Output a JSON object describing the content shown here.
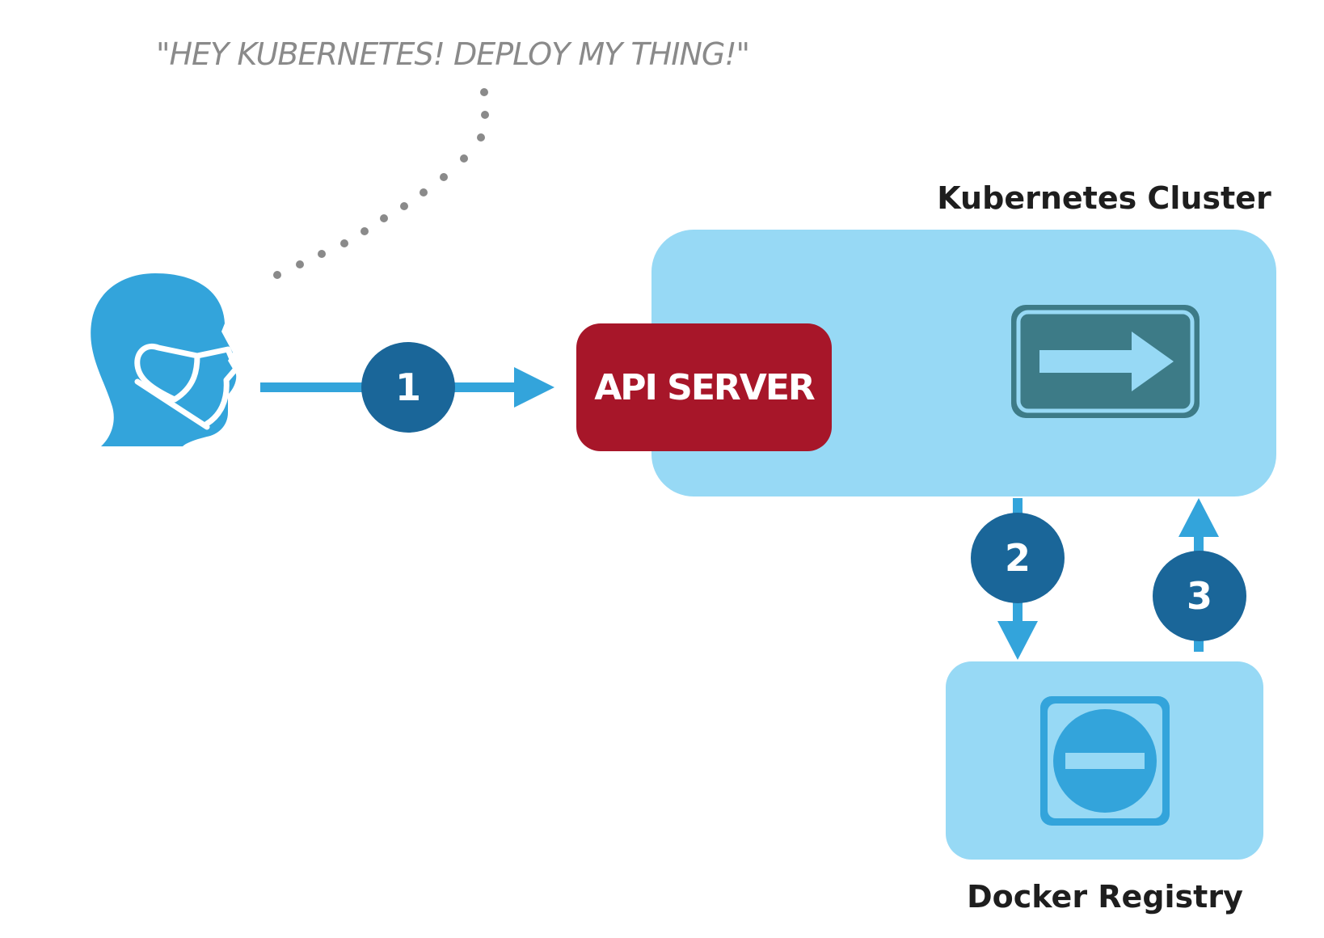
{
  "speech": {
    "text": "\"HEY KUBERNETES! DEPLOY MY THING!\""
  },
  "api_server": {
    "label": "API SERVER"
  },
  "cluster": {
    "title": "Kubernetes Cluster"
  },
  "registry": {
    "title": "Docker Registry"
  },
  "steps": {
    "one": "1",
    "two": "2",
    "three": "3"
  },
  "colors": {
    "light_blue": "#97d9f5",
    "mid_blue": "#33a4db",
    "dark_blue": "#1a6699",
    "api_red": "#a71629",
    "teal": "#3d7b87",
    "speech_gray": "#8a8a8a",
    "title_dark": "#1e1e1e"
  },
  "icons": {
    "person": "person-with-mask-icon",
    "deployment": "right-arrow-sign-icon",
    "image": "no-entry-sign-icon"
  }
}
